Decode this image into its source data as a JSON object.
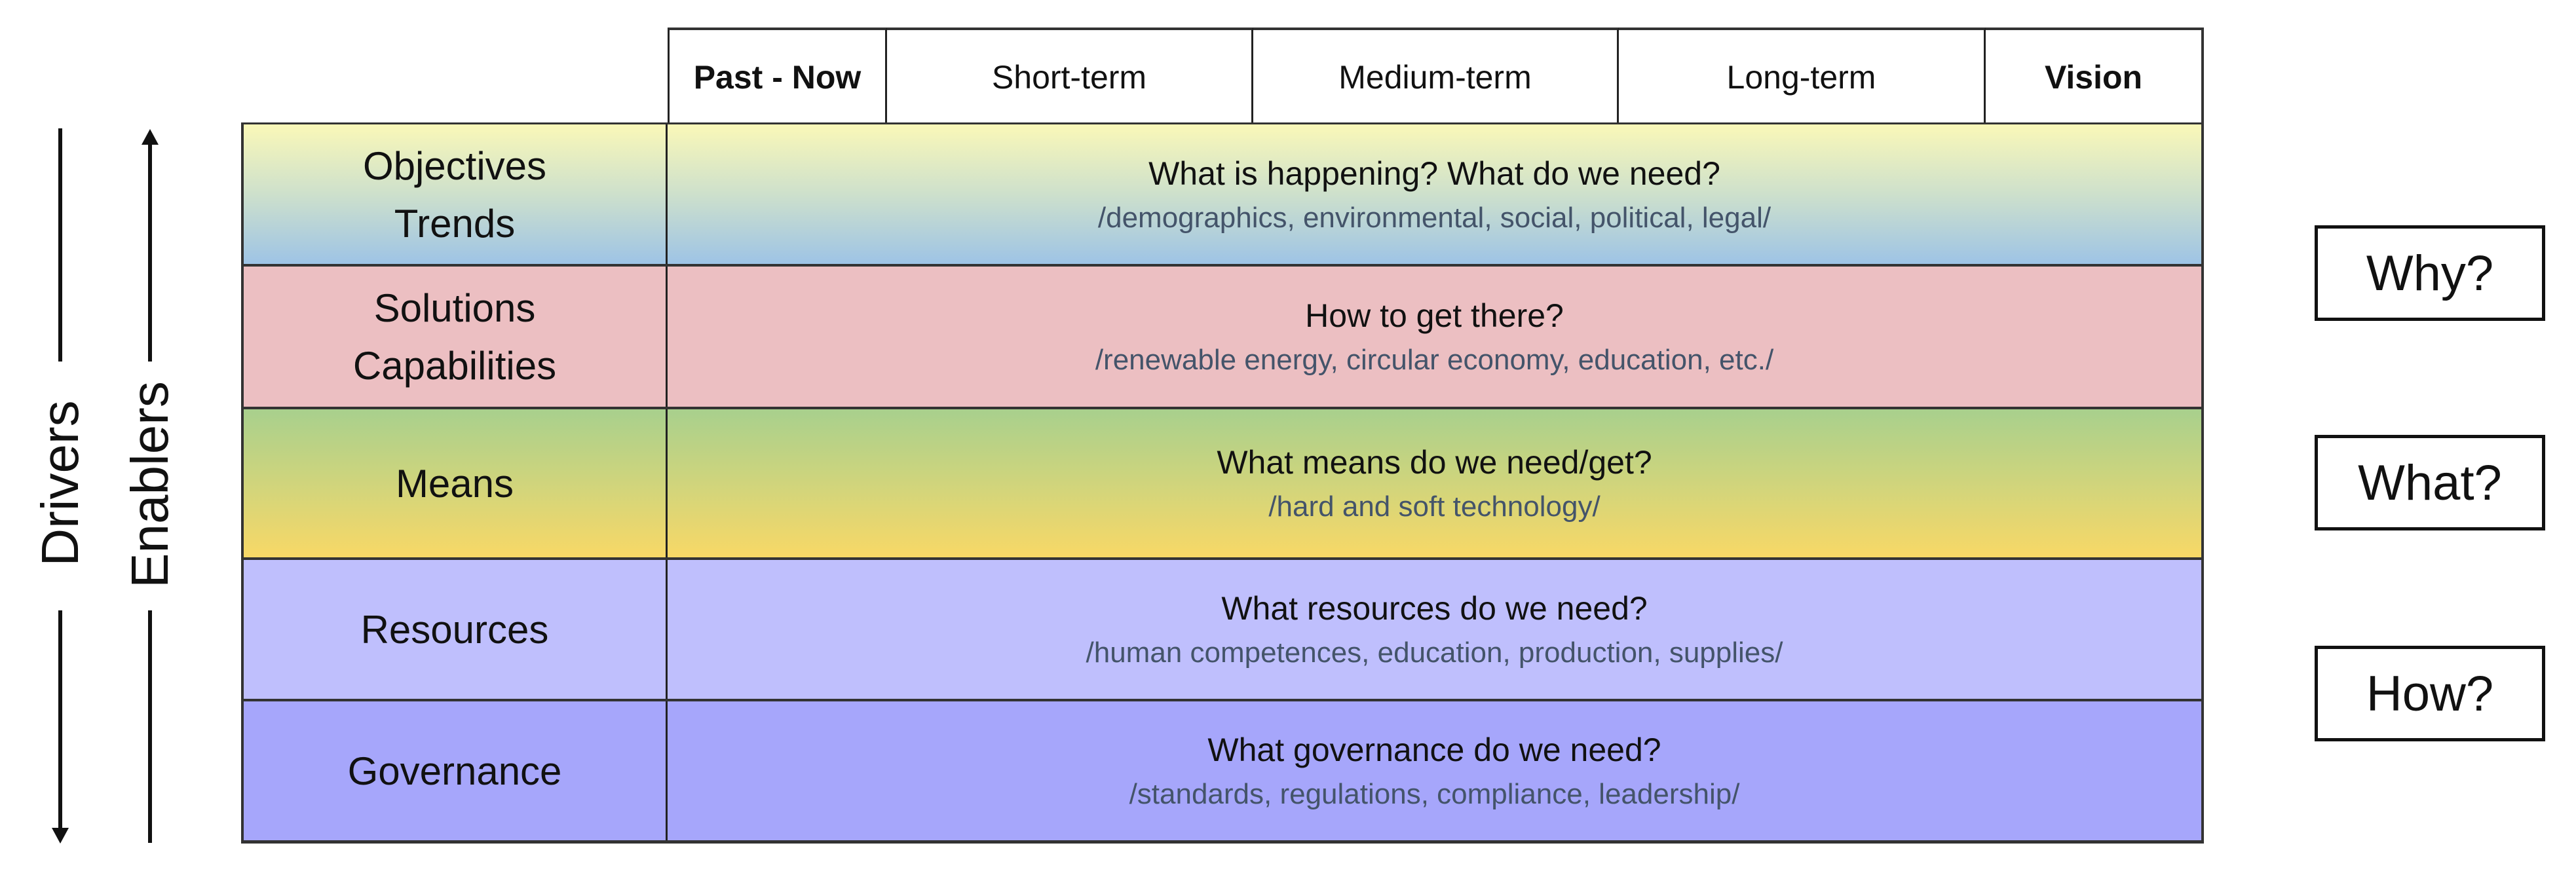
{
  "header": {
    "columns": [
      {
        "label": "Past - Now",
        "bold": true
      },
      {
        "label": "Short-term",
        "bold": false
      },
      {
        "label": "Medium-term",
        "bold": false
      },
      {
        "label": "Long-term",
        "bold": false
      },
      {
        "label": "Vision",
        "bold": true
      }
    ]
  },
  "rows": [
    {
      "label_lines": [
        "Objectives",
        "Trends"
      ],
      "question": "What is happening? What do we need?",
      "examples": "/demographics, environmental, social, political, legal/",
      "colors": {
        "top": "#faf8b8",
        "bottom": "#9dc3e6"
      }
    },
    {
      "label_lines": [
        "Solutions",
        "Capabilities"
      ],
      "question": "How to get there?",
      "examples": "/renewable energy, circular economy, education, etc./",
      "colors": {
        "top": "#ecbfc2",
        "bottom": "#ecbfc2"
      }
    },
    {
      "label_lines": [
        "Means"
      ],
      "question": "What means do we need/get?",
      "examples": "/hard and soft technology/",
      "colors": {
        "top": "#a8d08d",
        "bottom": "#f8d866"
      }
    },
    {
      "label_lines": [
        "Resources"
      ],
      "question": "What resources do we need?",
      "examples": "/human competences, education, production, supplies/",
      "colors": {
        "top": "#bfbffd",
        "bottom": "#bfbffd"
      }
    },
    {
      "label_lines": [
        "Governance"
      ],
      "question": "What governance do we need?",
      "examples": "/standards, regulations, compliance, leadership/",
      "colors": {
        "top": "#a6a6fb",
        "bottom": "#a6a6fb"
      }
    }
  ],
  "side_questions": [
    "Why?",
    "What?",
    "How?"
  ],
  "axes": {
    "drivers": {
      "label": "Drivers",
      "direction": "down"
    },
    "enablers": {
      "label": "Enablers",
      "direction": "up"
    }
  }
}
